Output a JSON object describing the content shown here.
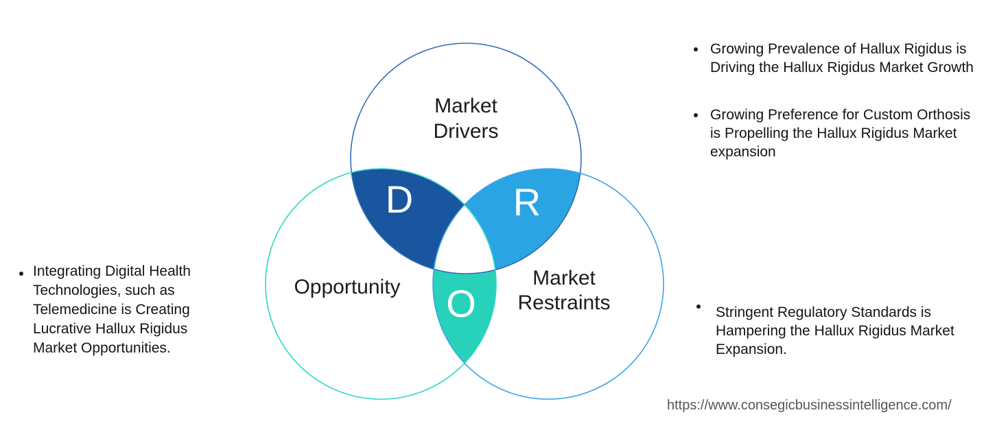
{
  "colors": {
    "background": "#ffffff",
    "drivers_circle_stroke": "#2f6eb5",
    "opportunity_circle_stroke": "#2ed7c6",
    "restraints_circle_stroke": "#3ba3e8",
    "drivers_lens_fill": "#1a55a0",
    "restraints_lens_fill": "#2aa4e2",
    "opportunity_lens_fill": "#28d2ba",
    "center_fill": "#ffffff",
    "lens_letter_color": "#ffffff",
    "label_color": "#1c1c1c",
    "bullet_text_color": "#141414",
    "url_color": "#55565a"
  },
  "venn": {
    "drivers": {
      "label_lines": [
        "Market",
        "Drivers"
      ],
      "letter": "D"
    },
    "opportunity": {
      "label": "Opportunity",
      "letter": "O"
    },
    "restraints": {
      "label_lines": [
        "Market",
        "Restraints"
      ],
      "letter": "R"
    }
  },
  "panels": {
    "left": {
      "items": [
        "Integrating Digital Health Technologies, such as Telemedicine is Creating Lucrative Hallux Rigidus Market Opportunities."
      ]
    },
    "top_right": {
      "items": [
        "Growing Prevalence of Hallux Rigidus is Driving the Hallux Rigidus Market Growth",
        "Growing Preference for Custom Orthosis is Propelling the Hallux Rigidus Market expansion"
      ]
    },
    "bottom_right": {
      "items": [
        "Stringent Regulatory Standards is Hampering the Hallux Rigidus Market Expansion."
      ]
    }
  },
  "footer": {
    "url": "https://www.consegicbusinessintelligence.com/"
  }
}
